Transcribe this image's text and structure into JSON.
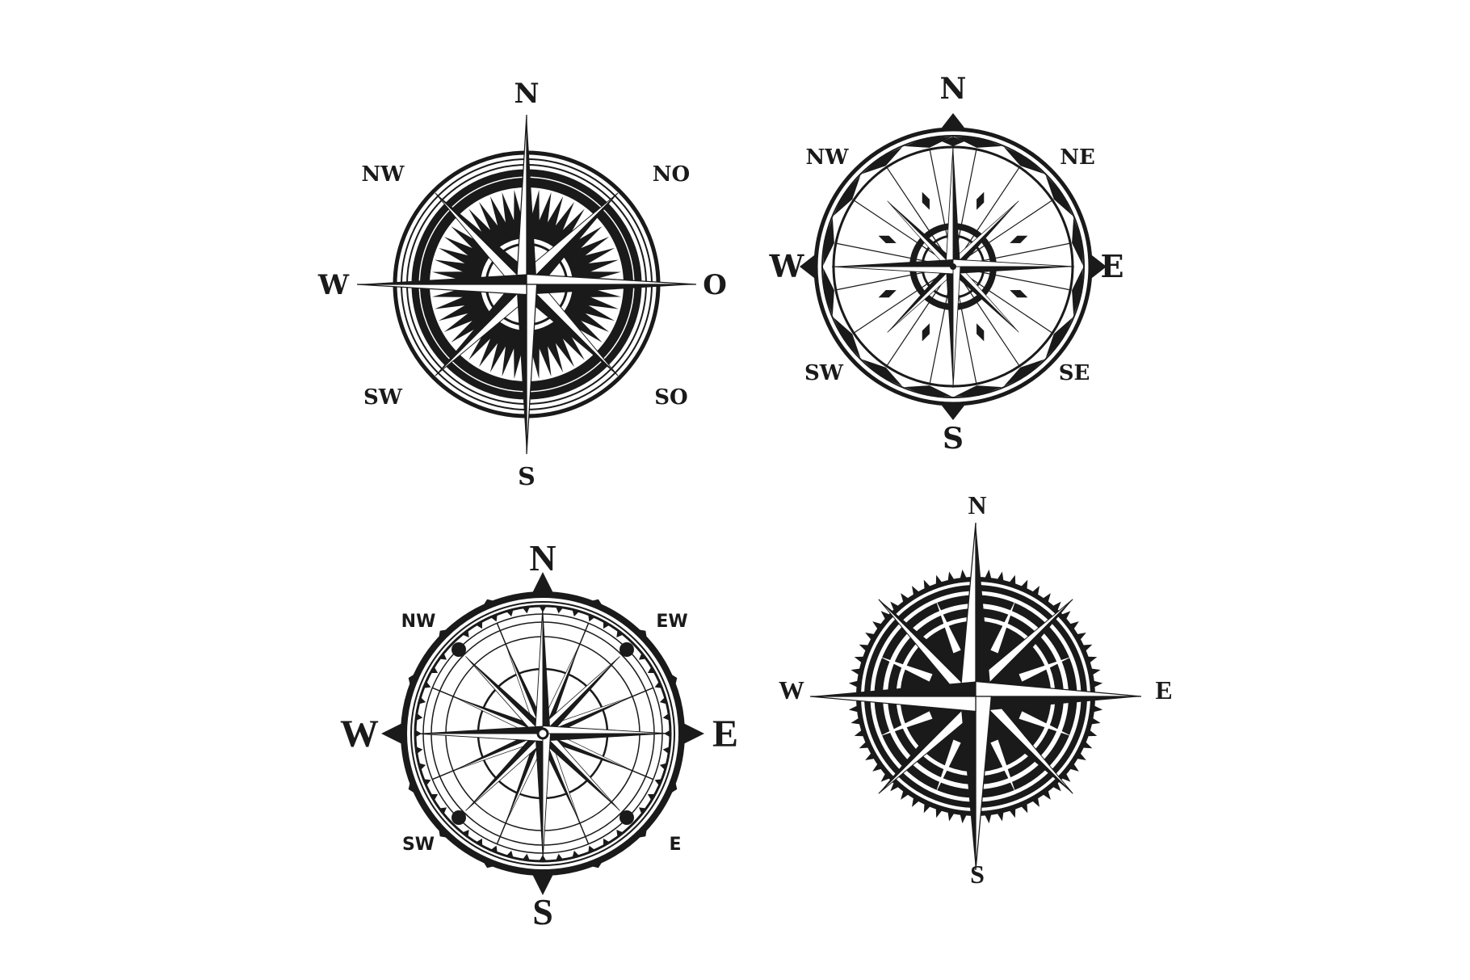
{
  "colors": {
    "ink": "#1a1a1a",
    "paper": "#ffffff"
  },
  "compasses": [
    {
      "id": "compass-1",
      "style": "western-tribal",
      "labels": {
        "n": "N",
        "nw": "NW",
        "ne": "NO",
        "w": "W",
        "e": "O",
        "sw": "SW",
        "se": "SO",
        "s": "S"
      }
    },
    {
      "id": "compass-2",
      "style": "western-ornate",
      "labels": {
        "n": "N",
        "nw": "NW",
        "ne": "NE",
        "w": "W",
        "e": "E",
        "sw": "SW",
        "se": "SE",
        "s": "S"
      }
    },
    {
      "id": "compass-3",
      "style": "classic-nautical",
      "labels": {
        "n": "N",
        "nw": "NW",
        "ne": "EW",
        "w": "W",
        "e": "E",
        "sw": "SW",
        "se": "E",
        "s": "S"
      }
    },
    {
      "id": "compass-4",
      "style": "star-rose",
      "labels": {
        "n": "N",
        "w": "W",
        "e": "E",
        "s": "S"
      }
    }
  ]
}
